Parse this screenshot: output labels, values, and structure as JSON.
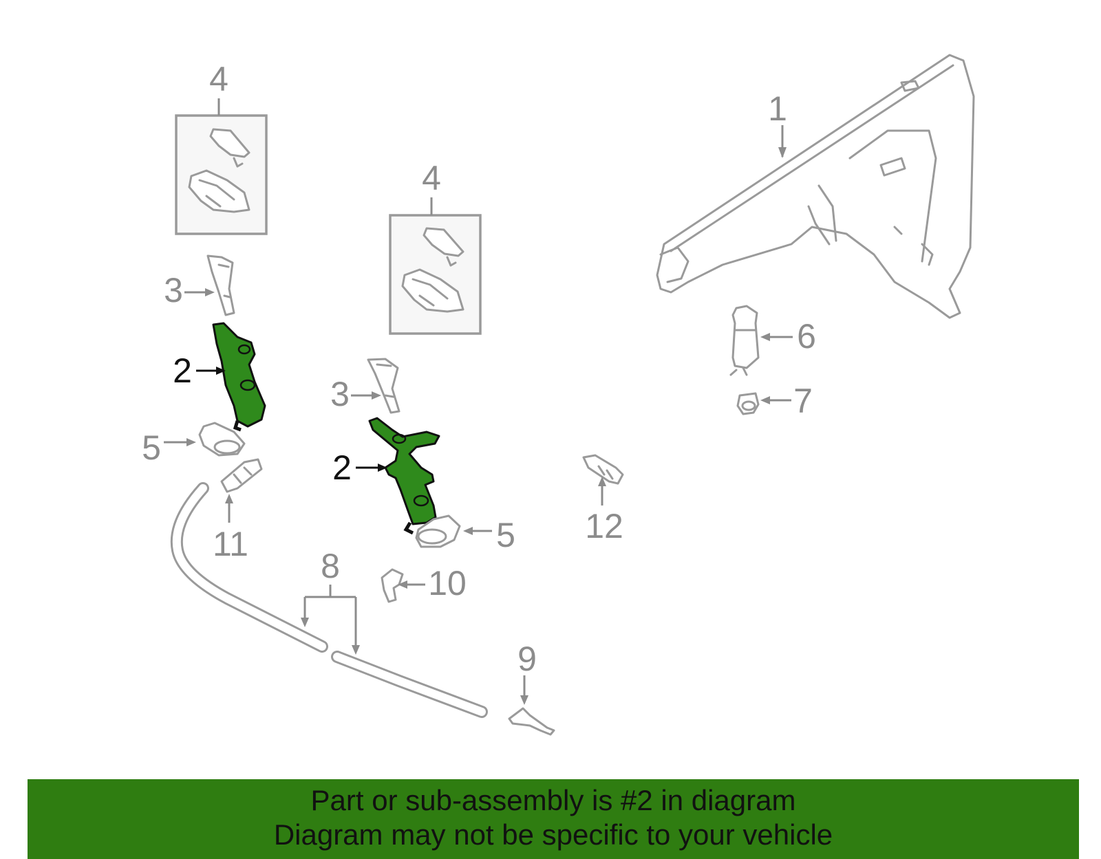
{
  "diagram": {
    "callouts": {
      "c1": "1",
      "c2a": "2",
      "c2b": "2",
      "c3a": "3",
      "c3b": "3",
      "c4a": "4",
      "c4b": "4",
      "c5a": "5",
      "c5b": "5",
      "c6": "6",
      "c7": "7",
      "c8": "8",
      "c9": "9",
      "c10": "10",
      "c11": "11",
      "c12": "12"
    },
    "highlight_color": "#2f8a1c"
  },
  "banner": {
    "line1": "Part or sub-assembly is #2 in diagram",
    "line2": "Diagram may not be specific to your vehicle",
    "background": "#2f7d11"
  }
}
